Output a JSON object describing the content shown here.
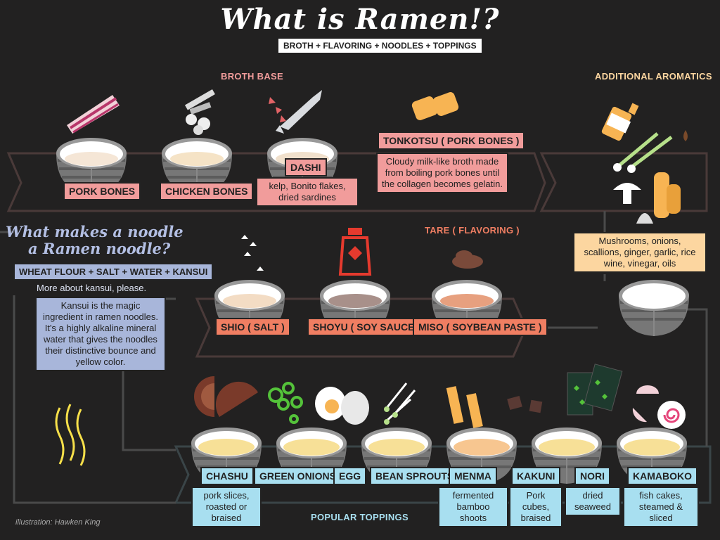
{
  "header": {
    "title": "What is Ramen!?",
    "subtitle": "BROTH + FLAVORING + NOODLES + TOPPINGS"
  },
  "broth": {
    "heading": "BROTH BASE",
    "items": [
      {
        "label": "PORK BONES"
      },
      {
        "label": "CHICKEN BONES"
      },
      {
        "label": "DASHI",
        "desc": "kelp, Bonito flakes, dried sardines"
      }
    ],
    "tonkotsu": {
      "label": "TONKOTSU ( PORK BONES )",
      "desc": "Cloudy milk-like broth made from boiling pork bones until the collagen becomes gelatin."
    }
  },
  "aromatics": {
    "heading": "ADDITIONAL AROMATICS",
    "desc": "Mushrooms, onions, scallions, ginger, garlic, rice wine, vinegar, oils"
  },
  "tare": {
    "heading": "TARE ( FLAVORING )",
    "items": [
      {
        "label": "SHIO ( SALT )"
      },
      {
        "label": "SHOYU ( SOY SAUCE )"
      },
      {
        "label": "MISO ( SOYBEAN PASTE )"
      }
    ]
  },
  "noodle": {
    "heading_line1": "What makes a noodle",
    "heading_line2": "a Ramen noodle?",
    "formula": "WHEAT FLOUR + SALT + WATER + KANSUI",
    "more": "More about kansui, please.",
    "desc": "Kansui is the magic ingredient in ramen noodles. It's a highly alkaline mineral water that gives the noodles their distinctive bounce and yellow color."
  },
  "toppings": {
    "heading": "POPULAR TOPPINGS",
    "items": [
      {
        "label": "CHASHU",
        "desc": "pork slices, roasted or braised"
      },
      {
        "label": "GREEN ONIONS"
      },
      {
        "label": "EGG"
      },
      {
        "label": "BEAN SPROUTS"
      },
      {
        "label": "MENMA",
        "desc": "fermented bamboo shoots"
      },
      {
        "label": "KAKUNI",
        "desc": "Pork cubes, braised"
      },
      {
        "label": "NORI",
        "desc": "dried seaweed"
      },
      {
        "label": "KAMABOKO",
        "desc": "fish cakes, steamed & sliced"
      }
    ]
  },
  "credit": "illustration: Hawken King",
  "colors": {
    "background": "#222121",
    "broth_label": "#f19c9b",
    "tare_label": "#f07e62",
    "topping_label": "#a8dff0",
    "noodle_label": "#a8b6da",
    "aromatics_label": "#fcd6a0"
  }
}
